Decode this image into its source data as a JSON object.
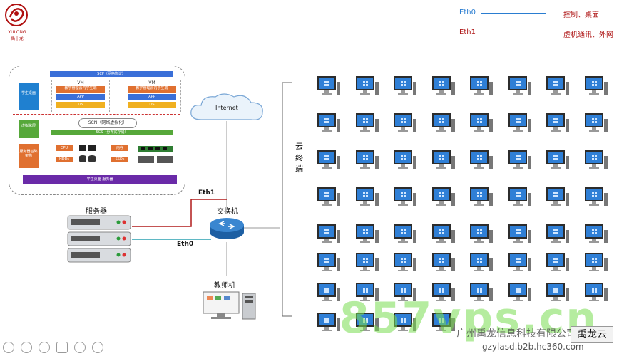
{
  "logo": {
    "brand": "YULONG",
    "tag": "禹 | 龙"
  },
  "legend": [
    {
      "key": "Eth0",
      "desc": "控制、桌面",
      "color": "#2a7dd1"
    },
    {
      "key": "Eth1",
      "desc": "虚机通讯、外网",
      "color": "#b01a1a"
    }
  ],
  "architecture": {
    "scp": "SCP（网格协议）",
    "vm_left": {
      "title": "VM",
      "app_desktop": "教学管理云内学生端",
      "app": "APP",
      "os": "OS"
    },
    "vm_right": {
      "title": "VM",
      "app_desktop": "教学管理云内学生端",
      "app": "APP",
      "os": "OS"
    },
    "student_desktop": "学生桌面",
    "virtualization": "虚拟化层",
    "scn": "SCN（网络虚拟化）",
    "scs": "SCS（分布式存储）",
    "infra": "服务器基础架构",
    "cpu": "CPU",
    "ram": "内存",
    "hdds": "HDDs",
    "ssds": "SSDs",
    "bottom": "学生桌面-服务器"
  },
  "network": {
    "internet": "Internet",
    "server": "服务器",
    "switch": "交换机",
    "teacher": "教师机",
    "eth0": "Eth0",
    "eth1": "Eth1"
  },
  "cloud_terminal": "云终端",
  "terminal_grid": {
    "rows": 8,
    "cols": 8
  },
  "watermark": {
    "big": "857vps.cn",
    "company": "广州禹龙信息科技有限公司",
    "url": "gzylasd.b2b.hc360.com",
    "badge": "禹龙云"
  }
}
